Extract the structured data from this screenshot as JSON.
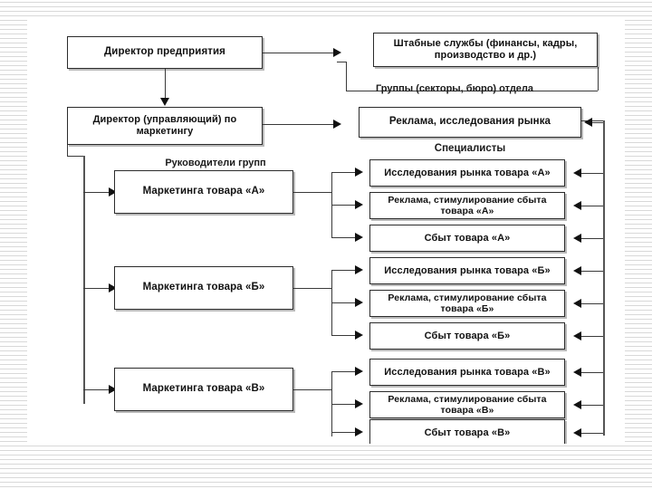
{
  "diagram": {
    "title_boxes": {
      "director": "Директор предприятия",
      "staff_services": "Штабные службы (финансы, кадры, производство и др.)",
      "marketing_director": "Директор (управляющий) по маркетингу",
      "advertising_research": "Реклама, исследования рынка"
    },
    "captions": {
      "groups_of_department": "Группы (секторы, бюро) отдела",
      "specialists": "Специалисты",
      "group_managers": "Руководители групп"
    },
    "groups": [
      {
        "manager": "Маркетинга товара «А»",
        "specialists": [
          "Исследования рынка товара «А»",
          "Реклама, стимулирование сбыта товара «А»",
          "Сбыт товара «А»"
        ]
      },
      {
        "manager": "Маркетинга товара «Б»",
        "specialists": [
          "Исследования рынка товара «Б»",
          "Реклама, стимулирование сбыта товара «Б»",
          "Сбыт товара «Б»"
        ]
      },
      {
        "manager": "Маркетинга товара «В»",
        "specialists": [
          "Исследования рынка товара «В»",
          "Реклама, стимулирование сбыта товара «В»",
          "Сбыт товара «В»"
        ]
      }
    ]
  },
  "colors": {
    "box_border": "#2b2b2b",
    "box_shadow": "#b9b9b9",
    "line": "#3a3a3a",
    "text": "#111111",
    "page": "#ffffff"
  }
}
